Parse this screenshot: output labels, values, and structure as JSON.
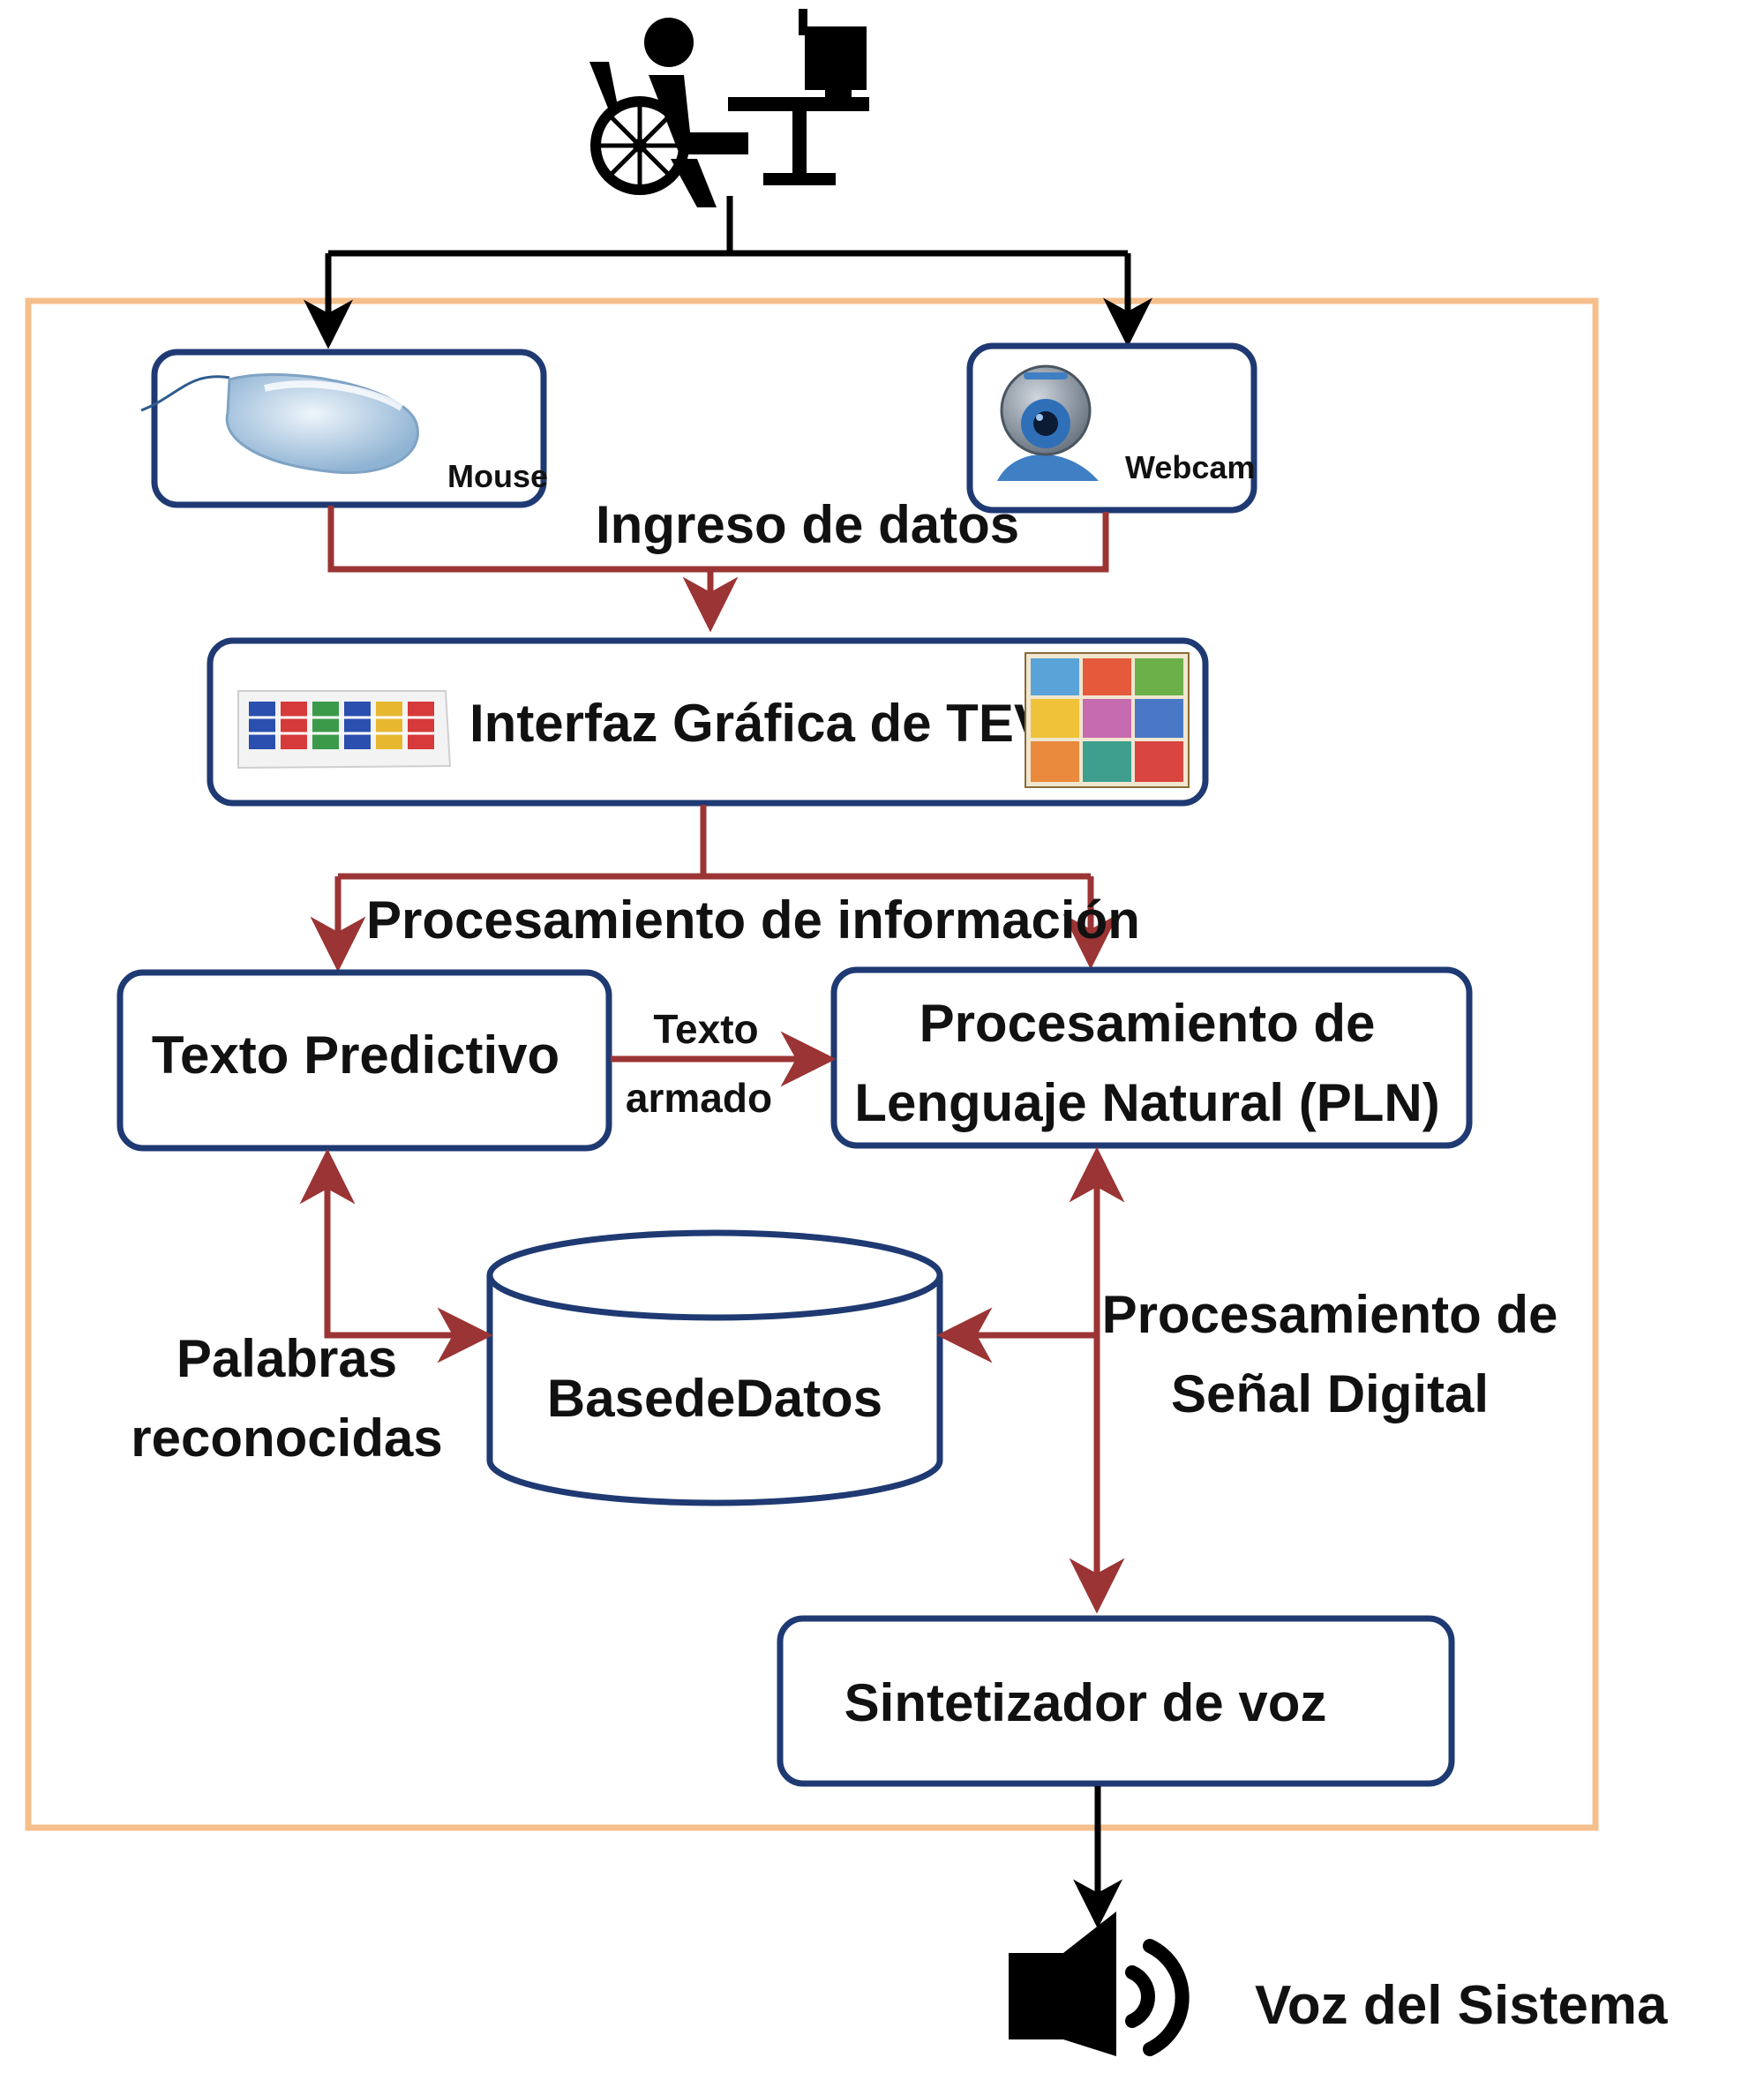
{
  "colors": {
    "frame": "#f5bf8c",
    "box_stroke": "#1f3a73",
    "flow_red": "#9b3434",
    "flow_black": "#000000",
    "mouse_body": "#bcd4e8",
    "webcam_blue": "#3f7fc4"
  },
  "icons": [
    "wheelchair-user-computer-icon",
    "mouse-icon",
    "webcam-icon",
    "keyboard-icon",
    "pictogram-board-icon",
    "speaker-icon"
  ],
  "nodes": {
    "mouse": {
      "label": "Mouse"
    },
    "webcam": {
      "label": "Webcam"
    },
    "interface": {
      "label": "Interfaz Gráfica de TEVI"
    },
    "predictive": {
      "label": "Texto Predictivo"
    },
    "pln": {
      "line1": "Procesamiento de",
      "line2": "Lenguaje Natural (PLN)"
    },
    "database": {
      "label": "BasedeDatos"
    },
    "synth": {
      "label": "Sintetizador de voz"
    }
  },
  "labels": {
    "data_input": "Ingreso de datos",
    "info_processing": "Procesamiento de información",
    "built_text_1": "Texto",
    "built_text_2": "armado",
    "recognized_1": "Palabras",
    "recognized_2": "reconocidas",
    "dsp_1": "Procesamiento de",
    "dsp_2": "Señal Digital",
    "system_voice": "Voz del Sistema"
  }
}
